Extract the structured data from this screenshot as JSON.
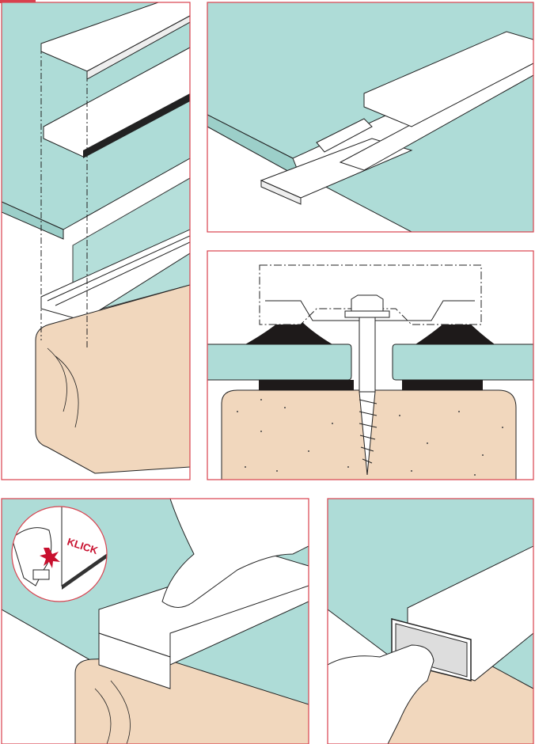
{
  "colors": {
    "frame": "#d9414e",
    "glass": "#aedcd7",
    "wood": "#f1d7bd",
    "line": "#222222",
    "gasket": "#1e1a1a",
    "accent": "#c8102e"
  },
  "panels": [
    {
      "id": "exploded-view"
    },
    {
      "id": "profile-on-glass"
    },
    {
      "id": "cross-section"
    },
    {
      "id": "clip-on-cover"
    },
    {
      "id": "end-cap"
    }
  ],
  "callout": {
    "label": "KLICK"
  }
}
